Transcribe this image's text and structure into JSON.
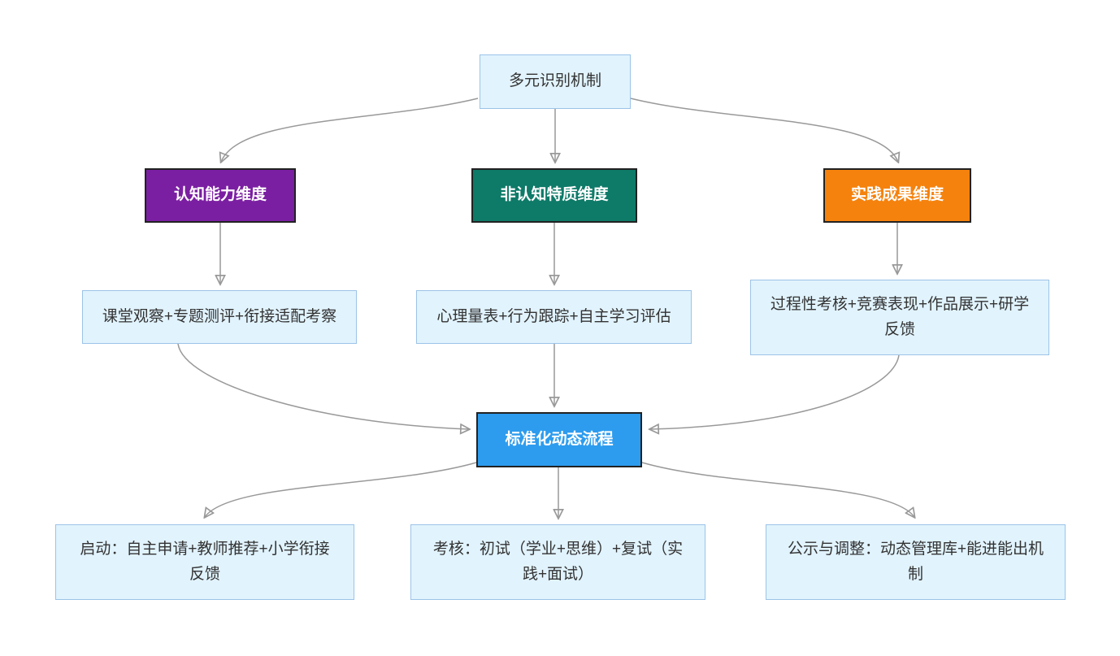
{
  "diagram": {
    "type": "flowchart",
    "background_color": "#FFFFFF",
    "edge_color": "#999999",
    "nodes": {
      "root": {
        "label": "多元识别机制",
        "fill": "#E1F3FD",
        "border": "#9CC3E8",
        "text_color": "#333333"
      },
      "dim_cognitive": {
        "label": "认知能力维度",
        "fill": "#7B1FA2",
        "border": "#222222",
        "text_color": "#FFFFFF"
      },
      "dim_noncognitive": {
        "label": "非认知特质维度",
        "fill": "#0E7A68",
        "border": "#222222",
        "text_color": "#FFFFFF"
      },
      "dim_practice": {
        "label": "实践成果维度",
        "fill": "#F5820D",
        "border": "#222222",
        "text_color": "#FFFFFF"
      },
      "method_cognitive": {
        "label": "课堂观察+专题测评+衔接适配考察",
        "fill": "#E1F3FD",
        "border": "#9CC3E8",
        "text_color": "#333333"
      },
      "method_noncognitive": {
        "label": "心理量表+行为跟踪+自主学习评估",
        "fill": "#E1F3FD",
        "border": "#9CC3E8",
        "text_color": "#333333"
      },
      "method_practice": {
        "label": "过程性考核+竞赛表现+作品展示+研学\n反馈",
        "fill": "#E1F3FD",
        "border": "#9CC3E8",
        "text_color": "#333333"
      },
      "process": {
        "label": "标准化动态流程",
        "fill": "#2D9CEE",
        "border": "#222222",
        "text_color": "#FFFFFF"
      },
      "step_start": {
        "label": "启动：自主申请+教师推荐+小学衔接\n反馈",
        "fill": "#E1F3FD",
        "border": "#9CC3E8",
        "text_color": "#333333"
      },
      "step_exam": {
        "label": "考核：初试（学业+思维）+复试（实\n践+面试）",
        "fill": "#E1F3FD",
        "border": "#9CC3E8",
        "text_color": "#333333"
      },
      "step_adjust": {
        "label": "公示与调整：动态管理库+能进能出机\n制",
        "fill": "#E1F3FD",
        "border": "#9CC3E8",
        "text_color": "#333333"
      }
    },
    "edges": [
      {
        "from": "root",
        "to": "dim_cognitive"
      },
      {
        "from": "root",
        "to": "dim_noncognitive"
      },
      {
        "from": "root",
        "to": "dim_practice"
      },
      {
        "from": "dim_cognitive",
        "to": "method_cognitive"
      },
      {
        "from": "dim_noncognitive",
        "to": "method_noncognitive"
      },
      {
        "from": "dim_practice",
        "to": "method_practice"
      },
      {
        "from": "method_cognitive",
        "to": "process"
      },
      {
        "from": "method_noncognitive",
        "to": "process"
      },
      {
        "from": "method_practice",
        "to": "process"
      },
      {
        "from": "process",
        "to": "step_start"
      },
      {
        "from": "process",
        "to": "step_exam"
      },
      {
        "from": "process",
        "to": "step_adjust"
      }
    ]
  }
}
